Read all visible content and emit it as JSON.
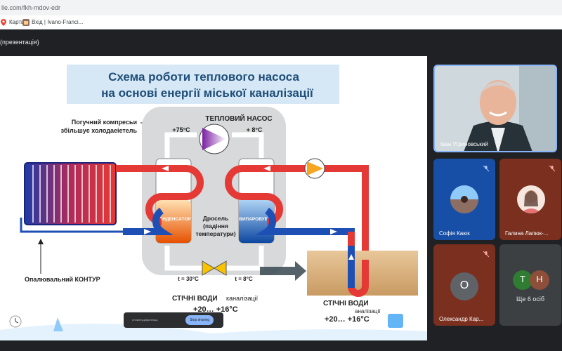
{
  "browser": {
    "url": "lle.com/fkh-mdov-edr",
    "bookmarks": [
      {
        "label": "Карты",
        "icon": "maps-icon"
      },
      {
        "label": "Вхід | Ivano-Franсі...",
        "icon": "site-icon"
      }
    ]
  },
  "meet": {
    "title": "(презентація)"
  },
  "slide": {
    "title_line1": "Схема роботи теплового насоса",
    "title_line2": "на основі енергії міської каналізації",
    "compressor_note_line1": "Погучний компресьи",
    "compressor_note_line2": "збільшує холодаеіетель",
    "heat_pump_label": "ТЕПЛОВИЙ НАСОС",
    "temp_hot": "+75°C",
    "temp_cold": "+ 8°C",
    "condenser_label": "КОНДЕНСАТОР",
    "evaporator_label": "ВИПАРОВУВАЧ",
    "throttle_line1": "Дросель",
    "throttle_line2": "(падіння",
    "throttle_line3": "температури)",
    "t_left": "t = 30°C",
    "t_right": "t = 8°C",
    "heating_circuit": "Опалювальний КОНТУР",
    "waste_water_title": "СТІЧНІ ВОДИ",
    "waste_water_sub": "каналізації",
    "waste_water_range": "+20… +16°C",
    "waste_water2_title": "СТІЧНІ ВОДИ",
    "waste_water2_sub": "аналізації",
    "waste_water2_range": "+20… +16°C"
  },
  "caption_toast": {
    "text": "лпланчуцифолеоцо",
    "button": "Stop sharing"
  },
  "participants": [
    {
      "name": "Іван Угриновський",
      "type": "video",
      "muted": false
    },
    {
      "name": "Софія Каюк",
      "type": "photo",
      "muted": true
    },
    {
      "name": "Галина Лапюк-...",
      "type": "photo",
      "muted": true
    },
    {
      "name": "Олександр Кар...",
      "type": "letter",
      "letter": "О",
      "muted": true,
      "color": "#5f6368"
    },
    {
      "name": "Ще 6 осіб",
      "type": "group",
      "letters": [
        "Т",
        "Н"
      ],
      "colors": [
        "#2e7d32",
        "#8d4e3a"
      ]
    }
  ],
  "colors": {
    "hot_pipe": "#e53935",
    "cold_pipe": "#1e4fb5",
    "title_bg": "#d6e8f5",
    "title_text": "#1f4e79"
  }
}
